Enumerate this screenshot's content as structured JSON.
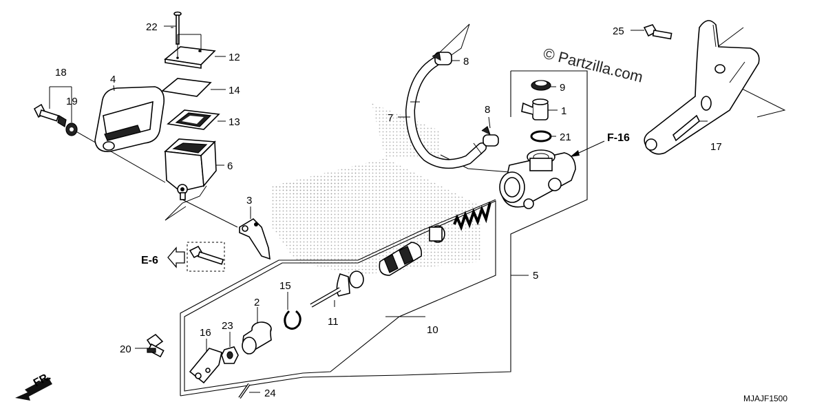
{
  "watermark": "© Partzilla.com",
  "diagram_code": "MJAJF1500",
  "direction_label": "FR.",
  "refs": {
    "e6": "E-6",
    "f16": "F-16"
  },
  "callouts": {
    "c1": "1",
    "c2": "2",
    "c3": "3",
    "c4": "4",
    "c5": "5",
    "c6": "6",
    "c7": "7",
    "c8a": "8",
    "c8b": "8",
    "c9": "9",
    "c10": "10",
    "c11": "11",
    "c12": "12",
    "c13": "13",
    "c14": "14",
    "c15": "15",
    "c16": "16",
    "c17": "17",
    "c18": "18",
    "c19": "19",
    "c20": "20",
    "c21": "21",
    "c22": "22",
    "c23": "23",
    "c24": "24",
    "c25": "25"
  }
}
